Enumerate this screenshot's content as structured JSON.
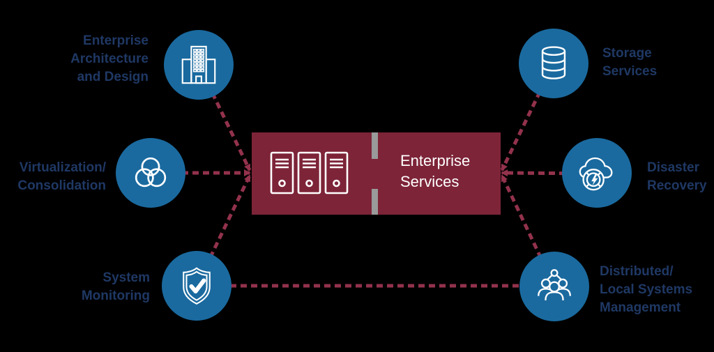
{
  "colors": {
    "background": "#000000",
    "circle_blue": "#1A6A9F",
    "box_maroon": "#7D2438",
    "connector": "#93324C",
    "label_navy": "#1F3864",
    "divider_gray": "#9A9A9A",
    "icon_white": "#FFFFFF",
    "center_text": "#FFFFFF"
  },
  "center": {
    "title": "Enterprise\nServices",
    "icon": "server-rack-icon"
  },
  "nodes": [
    {
      "id": "enterprise-architecture",
      "label": "Enterprise\nArchitecture\nand Design",
      "icon": "building-icon"
    },
    {
      "id": "virtualization-consolidation",
      "label": "Virtualization/\nConsolidation",
      "icon": "overlapping-circles-icon"
    },
    {
      "id": "system-monitoring",
      "label": "System\nMonitoring",
      "icon": "shield-check-icon"
    },
    {
      "id": "storage-services",
      "label": "Storage\nServices",
      "icon": "database-icon"
    },
    {
      "id": "disaster-recovery",
      "label": "Disaster\nRecovery",
      "icon": "cloud-recovery-icon"
    },
    {
      "id": "distributed-local-systems-management",
      "label": "Distributed/\nLocal Systems\nManagement",
      "icon": "people-network-icon"
    }
  ]
}
